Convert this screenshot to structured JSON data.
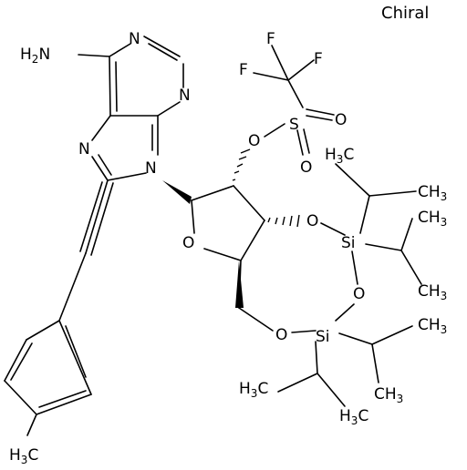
{
  "badge": {
    "chiral": "Chiral"
  },
  "atoms": {
    "n_top": "N",
    "n_right": "N",
    "n_imid": "N",
    "n9": "N",
    "o_triflate": "O",
    "o_ring": "O",
    "o_si_top": "O",
    "o_si_mid": "O",
    "o_si_bottom": "O",
    "s": "S",
    "s_o_a": "O",
    "s_o_b": "O",
    "si_top": "Si",
    "si_bottom": "Si",
    "f1": "F",
    "f2": "F",
    "f3": "F"
  },
  "groups": {
    "amine": "H₂N",
    "amine_h": "H",
    "amine_sub": "2",
    "amine_n": "N",
    "c": "C",
    "h": "H",
    "sub3": "3"
  }
}
